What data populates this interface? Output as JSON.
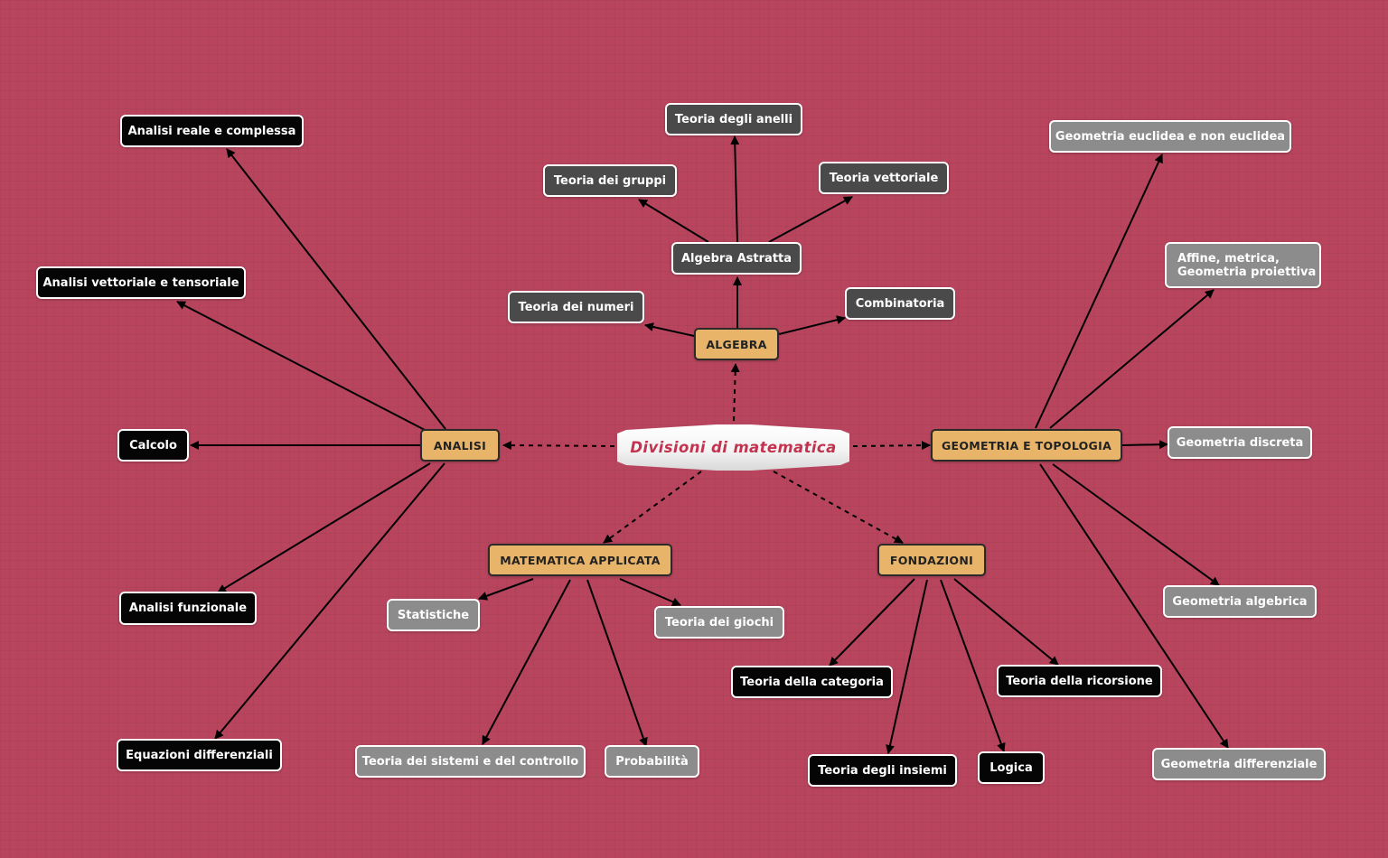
{
  "colors": {
    "background": "#b8455d",
    "category": "#e8b46a",
    "analisi_leaf": "#050505",
    "algebra_leaf": "#4a4a4a",
    "geometria_leaf": "#8c8c8c",
    "fondazioni_leaf": "#050505",
    "applicata_leaf": "#8c8c8c",
    "center_text": "#c2334f"
  },
  "center": {
    "label": "Divisioni di matematica"
  },
  "categories": {
    "algebra": "ALGEBRA",
    "analisi": "ANALISI",
    "geometria": "GEOMETRIA E TOPOLOGIA",
    "applicata": "MATEMATICA APPLICATA",
    "fondazioni": "FONDAZIONI"
  },
  "analisi": {
    "reale": "Analisi reale e complessa",
    "vettoriale": "Analisi vettoriale e tensoriale",
    "calcolo": "Calcolo",
    "funzionale": "Analisi funzionale",
    "equazioni": "Equazioni differenziali"
  },
  "algebra": {
    "astratta": "Algebra Astratta",
    "anelli": "Teoria degli anelli",
    "gruppi": "Teoria dei gruppi",
    "vettoriale": "Teoria vettoriale",
    "numeri": "Teoria dei numeri",
    "combinatoria": "Combinatoria"
  },
  "geometria": {
    "euclidea": "Geometria euclidea e non euclidea",
    "affine_line1": "Affine, metrica,",
    "affine_line2": "Geometria proiettiva",
    "discreta": "Geometria discreta",
    "algebrica": "Geometria algebrica",
    "differenziale": "Geometria differenziale"
  },
  "applicata": {
    "statistiche": "Statistiche",
    "giochi": "Teoria dei giochi",
    "sistemi": "Teoria dei sistemi e del controllo",
    "probabilita": "Probabilità"
  },
  "fondazioni": {
    "categoria": "Teoria della categoria",
    "ricorsione": "Teoria della ricorsione",
    "insiemi": "Teoria degli insiemi",
    "logica": "Logica"
  }
}
